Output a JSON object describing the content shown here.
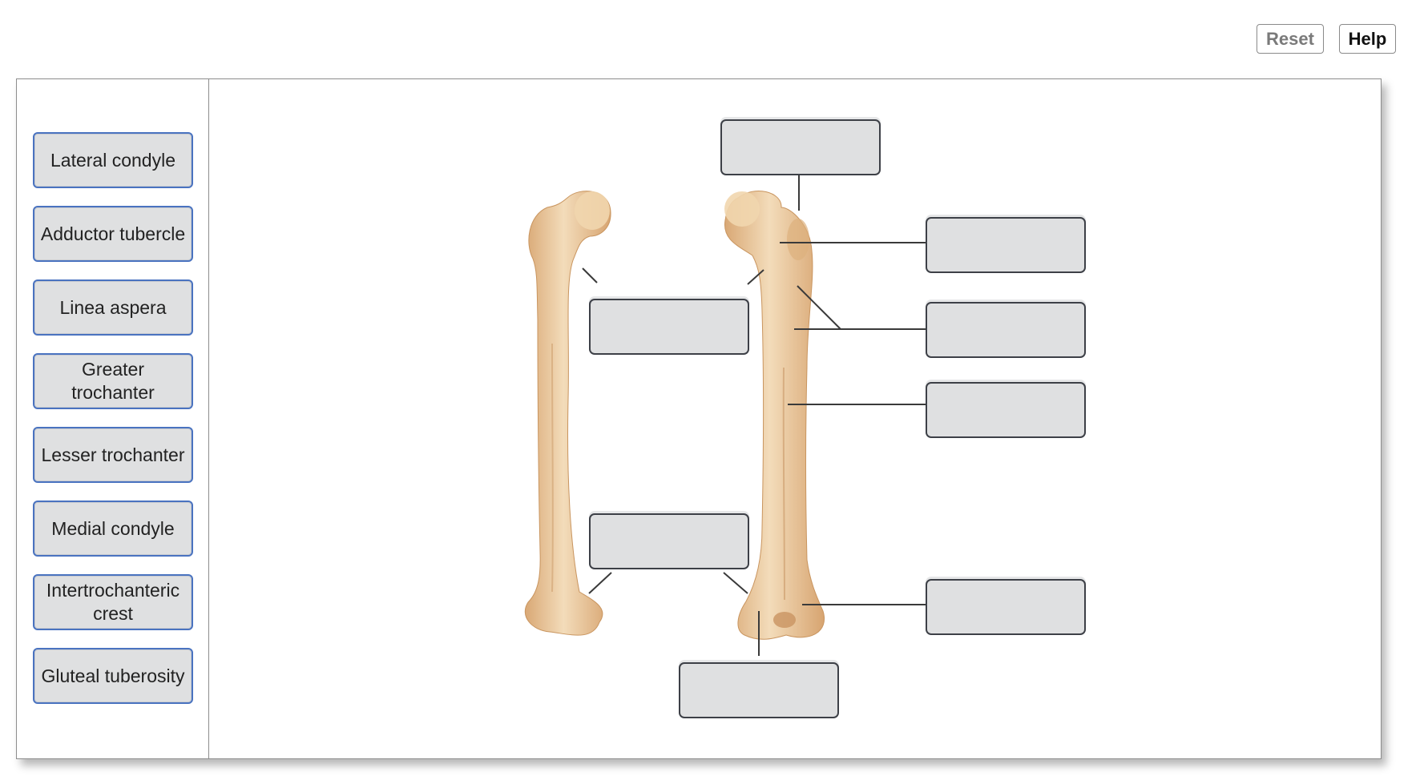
{
  "toolbar": {
    "reset_label": "Reset",
    "help_label": "Help"
  },
  "labels": [
    "Lateral condyle",
    "Adductor tubercle",
    "Linea aspera",
    "Greater trochanter",
    "Lesser trochanter",
    "Medial condyle",
    "Intertrochanteric crest",
    "Gluteal tuberosity"
  ],
  "drop_zones": [
    "",
    "",
    "",
    "",
    "",
    "",
    "",
    ""
  ],
  "colors": {
    "label_border": "#4a73c0",
    "target_fill": "#dfe0e1",
    "bone": "#e9c597",
    "leader_line": "#3a3a3a"
  }
}
